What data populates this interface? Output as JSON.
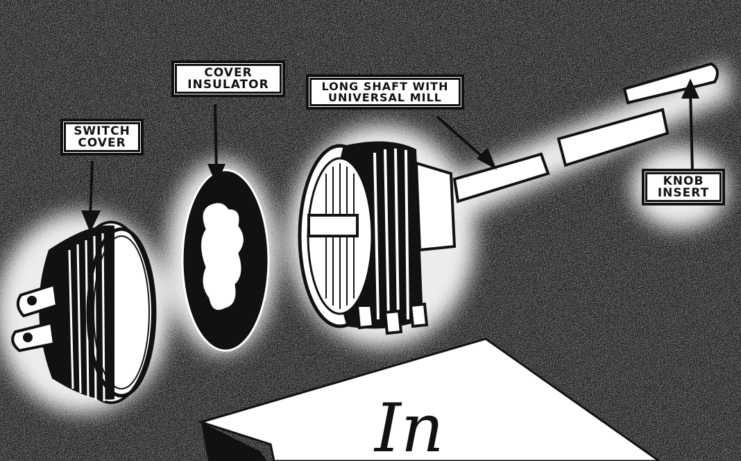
{
  "labels": {
    "switch_cover": [
      "SWITCH",
      "COVER"
    ],
    "cover_insulator": [
      "COVER",
      "INSULATOR"
    ],
    "long_shaft": [
      "LONG SHAFT WITH",
      "UNIVERSAL MILL"
    ],
    "knob_insert": [
      "KNOB",
      "INSERT"
    ]
  },
  "script_text": "In",
  "colors": {
    "ink": "#111111",
    "paper": "#ffffff",
    "background_texture": "#3a3a3a"
  }
}
